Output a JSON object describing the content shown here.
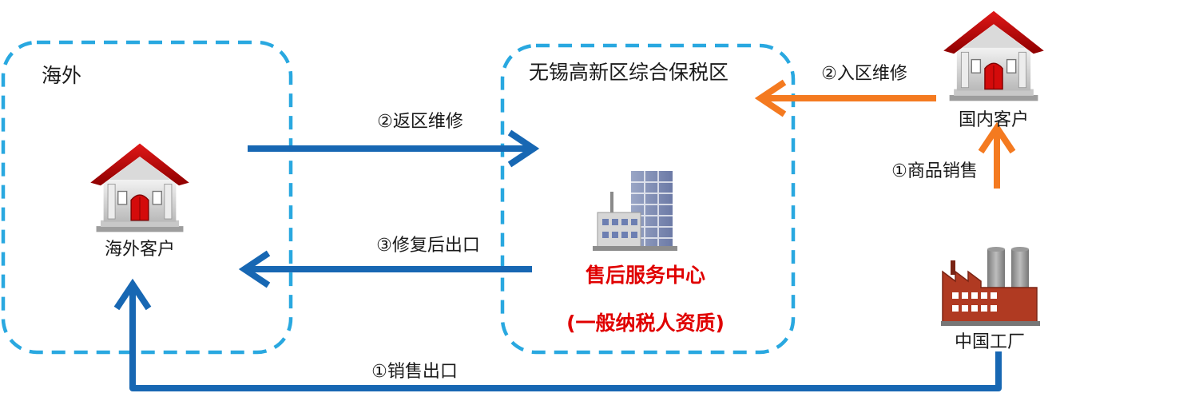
{
  "zones": {
    "overseas": "海外",
    "bonded": "无锡高新区综合保税区"
  },
  "nodes": {
    "overseas_customer": "海外客户",
    "domestic_customer": "国内客户",
    "china_factory": "中国工厂",
    "service_center_line1": "售后服务中心",
    "service_center_line2": "(一般纳税人资质)"
  },
  "flows": {
    "return_repair": "②返区维修",
    "repair_export": "③修复后出口",
    "sales_export": "①销售出口",
    "enter_zone_repair": "②入区维修",
    "goods_sales": "①商品销售"
  },
  "colors": {
    "dashed_border": "#29a8e0",
    "blue_arrow": "#1767b3",
    "orange_arrow": "#f47a20",
    "highlight_text": "#e00000"
  },
  "icons": {
    "customer": "house-icon",
    "service_center": "office-building-icon",
    "factory": "factory-icon"
  }
}
